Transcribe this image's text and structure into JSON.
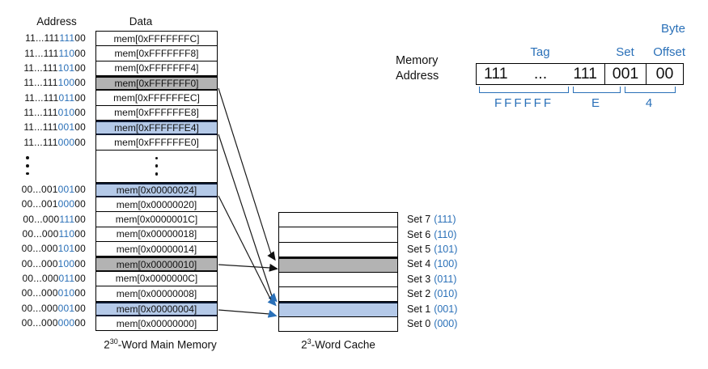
{
  "colors": {
    "accent_blue": "#2a70b8",
    "row_highlight_blue": "#b4c9e8",
    "row_highlight_gray": "#b3b3b3",
    "arrow_line": "#1a1a1a"
  },
  "memory": {
    "address_header": "Address",
    "data_header": "Data",
    "caption": {
      "base": "2",
      "exponent": "30",
      "suffix": "-Word Main Memory"
    },
    "ellipsis_icon": "vertical-ellipsis",
    "rows": [
      {
        "addr_prefix": "11...111",
        "addr_set": "111",
        "addr_suffix": "00",
        "data": "mem[0xFFFFFFFC]",
        "highlight": "none"
      },
      {
        "addr_prefix": "11...111",
        "addr_set": "110",
        "addr_suffix": "00",
        "data": "mem[0xFFFFFFF8]",
        "highlight": "none"
      },
      {
        "addr_prefix": "11...111",
        "addr_set": "101",
        "addr_suffix": "00",
        "data": "mem[0xFFFFFFF4]",
        "highlight": "none"
      },
      {
        "addr_prefix": "11...111",
        "addr_set": "100",
        "addr_suffix": "00",
        "data": "mem[0xFFFFFFF0]",
        "highlight": "gray"
      },
      {
        "addr_prefix": "11...111",
        "addr_set": "011",
        "addr_suffix": "00",
        "data": "mem[0xFFFFFFEC]",
        "highlight": "none"
      },
      {
        "addr_prefix": "11...111",
        "addr_set": "010",
        "addr_suffix": "00",
        "data": "mem[0xFFFFFFE8]",
        "highlight": "none"
      },
      {
        "addr_prefix": "11...111",
        "addr_set": "001",
        "addr_suffix": "00",
        "data": "mem[0xFFFFFFE4]",
        "highlight": "blue"
      },
      {
        "addr_prefix": "11...111",
        "addr_set": "000",
        "addr_suffix": "00",
        "data": "mem[0xFFFFFFE0]",
        "highlight": "none"
      },
      {
        "addr_prefix": "00...001",
        "addr_set": "001",
        "addr_suffix": "00",
        "data": "mem[0x00000024]",
        "highlight": "blue"
      },
      {
        "addr_prefix": "00...001",
        "addr_set": "000",
        "addr_suffix": "00",
        "data": "mem[0x00000020]",
        "highlight": "none"
      },
      {
        "addr_prefix": "00...000",
        "addr_set": "111",
        "addr_suffix": "00",
        "data": "mem[0x0000001C]",
        "highlight": "none"
      },
      {
        "addr_prefix": "00...000",
        "addr_set": "110",
        "addr_suffix": "00",
        "data": "mem[0x00000018]",
        "highlight": "none"
      },
      {
        "addr_prefix": "00...000",
        "addr_set": "101",
        "addr_suffix": "00",
        "data": "mem[0x00000014]",
        "highlight": "none"
      },
      {
        "addr_prefix": "00...000",
        "addr_set": "100",
        "addr_suffix": "00",
        "data": "mem[0x00000010]",
        "highlight": "gray"
      },
      {
        "addr_prefix": "00...000",
        "addr_set": "011",
        "addr_suffix": "00",
        "data": "mem[0x0000000C]",
        "highlight": "none"
      },
      {
        "addr_prefix": "00...000",
        "addr_set": "010",
        "addr_suffix": "00",
        "data": "mem[0x00000008]",
        "highlight": "none"
      },
      {
        "addr_prefix": "00...000",
        "addr_set": "001",
        "addr_suffix": "00",
        "data": "mem[0x00000004]",
        "highlight": "blue"
      },
      {
        "addr_prefix": "00...000",
        "addr_set": "000",
        "addr_suffix": "00",
        "data": "mem[0x00000000]",
        "highlight": "none"
      }
    ]
  },
  "cache": {
    "caption": {
      "base": "2",
      "exponent": "3",
      "suffix": "-Word Cache"
    },
    "sets": [
      {
        "label": "Set 7",
        "bits_paren": "(111)",
        "highlight": "none"
      },
      {
        "label": "Set 6",
        "bits_paren": "(110)",
        "highlight": "none"
      },
      {
        "label": "Set 5",
        "bits_paren": "(101)",
        "highlight": "none"
      },
      {
        "label": "Set 4",
        "bits_paren": "(100)",
        "highlight": "gray"
      },
      {
        "label": "Set 3",
        "bits_paren": "(011)",
        "highlight": "none"
      },
      {
        "label": "Set 2",
        "bits_paren": "(010)",
        "highlight": "none"
      },
      {
        "label": "Set 1",
        "bits_paren": "(001)",
        "highlight": "blue"
      },
      {
        "label": "Set 0",
        "bits_paren": "(000)",
        "highlight": "none"
      }
    ]
  },
  "address_breakdown": {
    "label_line1": "Memory",
    "label_line2": "Address",
    "byte_label": "Byte",
    "tag_label": "Tag",
    "set_label": "Set",
    "offset_label": "Offset",
    "tag_value_left": "111",
    "tag_value_dots": "...",
    "tag_value_right": "111",
    "set_value": "001",
    "offset_value": "00",
    "hex_tag": "FFFFFF",
    "hex_mid": "E",
    "hex_low": "4"
  },
  "arrows": [
    {
      "from": "mem[0xFFFFFFF0]",
      "to": "Set 4",
      "color": "black"
    },
    {
      "from": "mem[0xFFFFFFE4]",
      "to": "Set 1",
      "color": "blue"
    },
    {
      "from": "mem[0x00000024]",
      "to": "Set 1",
      "color": "blue"
    },
    {
      "from": "mem[0x00000010]",
      "to": "Set 4",
      "color": "black"
    },
    {
      "from": "mem[0x00000004]",
      "to": "Set 1",
      "color": "blue"
    }
  ]
}
